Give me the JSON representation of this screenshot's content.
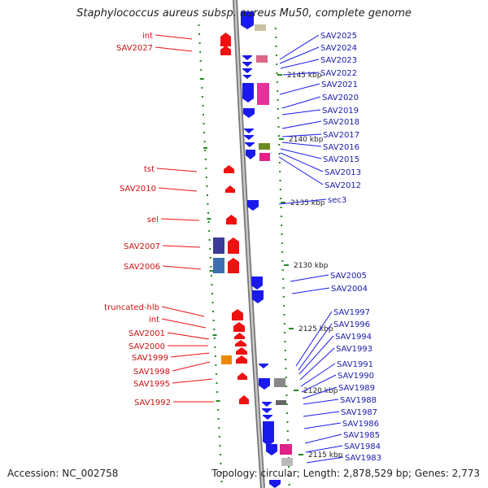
{
  "header": {
    "title": "Staphylococcus aureus subsp. aureus Mu50, complete genome"
  },
  "footer": {
    "accession": "Accession: NC_002758",
    "topology": "Topology: circular; Length: 2,878,529 bp; Genes: 2,773"
  },
  "colors": {
    "reverse": "#ee1111",
    "forward": "#1a1aee",
    "backbone": "#999999",
    "tick": "#228822",
    "label_red": "#cc1111",
    "label_blue": "#1a1aaa"
  },
  "scale_labels": [
    "2145 kbp",
    "2140 kbp",
    "2135 kbp",
    "2130 kbp",
    "2125 kbp",
    "2120 kbp",
    "2115 kbp"
  ],
  "reverse_labels": [
    "int",
    "SAV2027",
    "tst",
    "SAV2010",
    "sel",
    "SAV2007",
    "SAV2006",
    "truncated-hlb",
    "int",
    "SAV2001",
    "SAV2000",
    "SAV1999",
    "SAV1998",
    "SAV1995",
    "SAV1992"
  ],
  "forward_labels": [
    "SAV2025",
    "SAV2024",
    "SAV2023",
    "SAV2022",
    "SAV2021",
    "SAV2020",
    "SAV2019",
    "SAV2018",
    "SAV2017",
    "SAV2016",
    "SAV2015",
    "SAV2013",
    "SAV2012",
    "sec3",
    "SAV2005",
    "SAV2004",
    "SAV1997",
    "SAV1996",
    "SAV1994",
    "SAV1993",
    "SAV1991",
    "SAV1990",
    "SAV1989",
    "SAV1988",
    "SAV1987",
    "SAV1986",
    "SAV1985",
    "SAV1984",
    "SAV1983"
  ]
}
